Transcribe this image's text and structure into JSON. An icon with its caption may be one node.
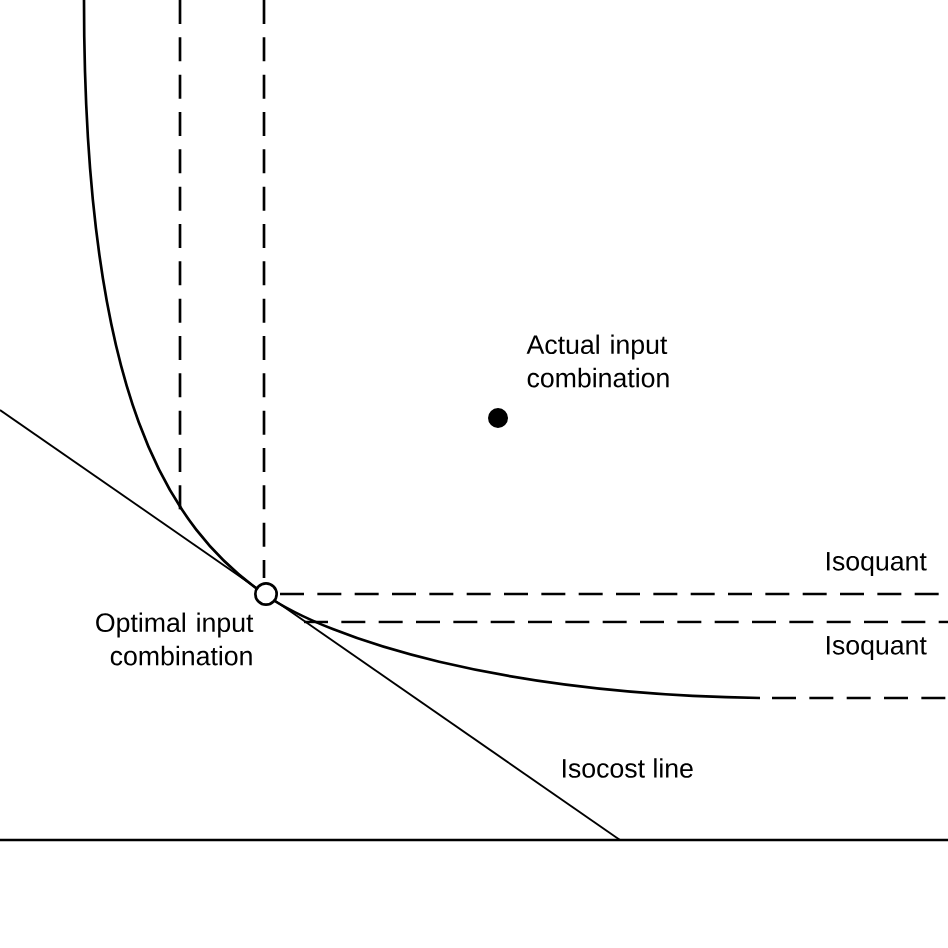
{
  "diagram": {
    "nodes": [
      {
        "text": [],
        "shape": "circle",
        "beside": [
          "Optimal input combination"
        ]
      },
      {
        "text": [],
        "shape": "dot",
        "beside": [
          "Actual input combination"
        ]
      }
    ],
    "labels": [
      "Isoquant",
      "Isoquant",
      "Isocost line"
    ]
  }
}
